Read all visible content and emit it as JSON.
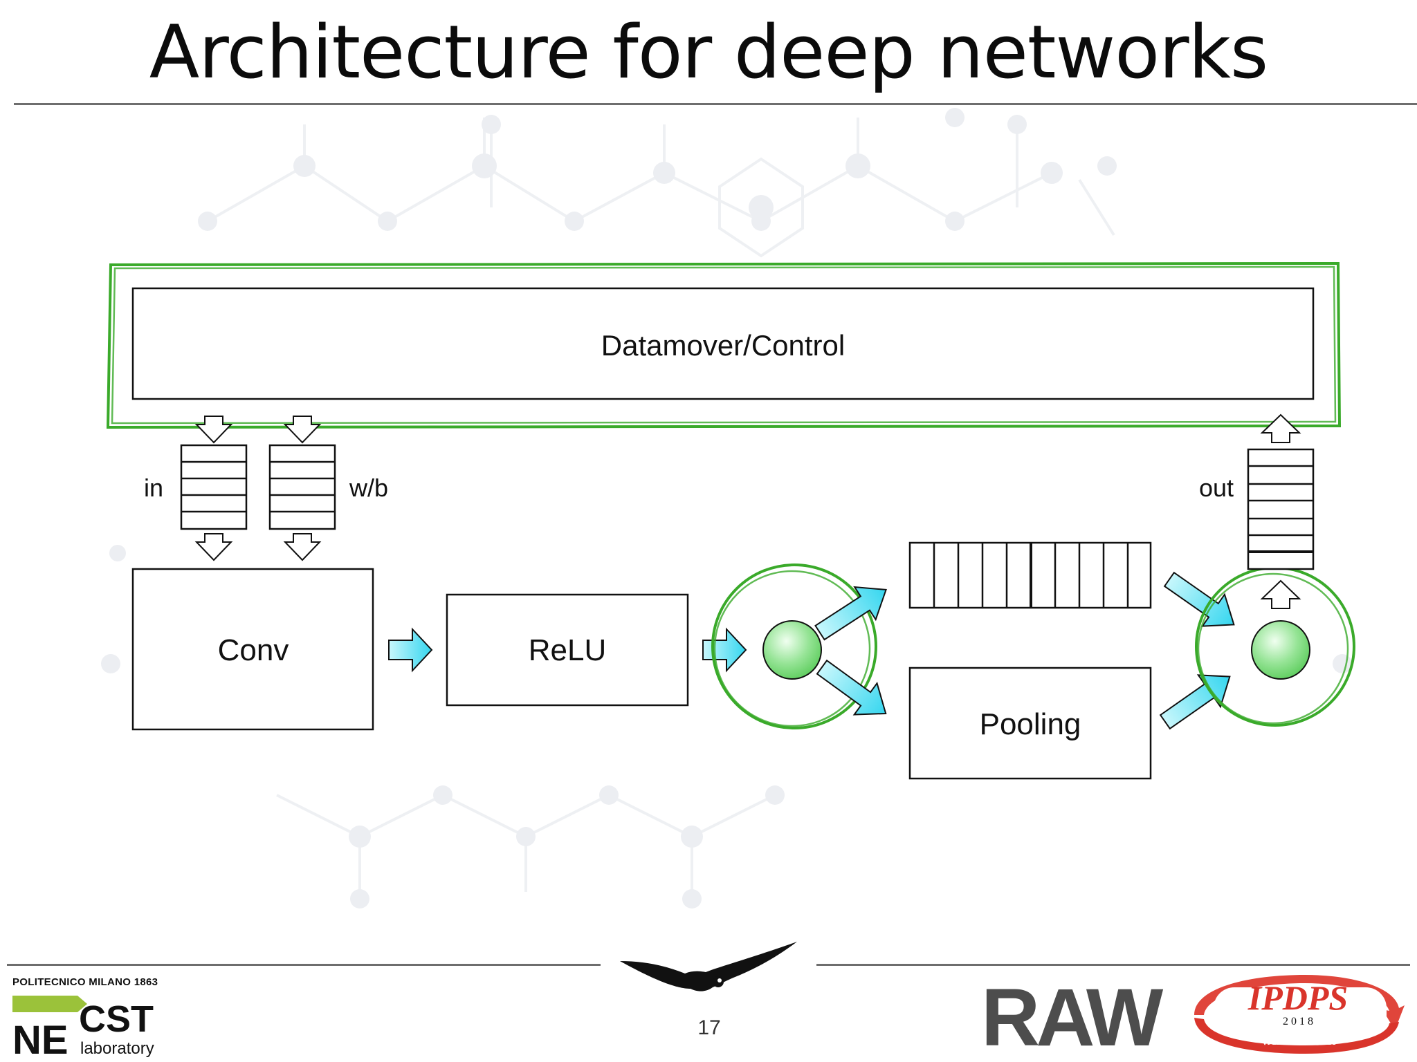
{
  "slide": {
    "title": "Architecture for deep networks",
    "page_number": "17"
  },
  "diagram": {
    "datamover_label": "Datamover/Control",
    "in_label": "in",
    "wb_label": "w/b",
    "out_label": "out",
    "conv_label": "Conv",
    "relu_label": "ReLU",
    "pooling_label": "Pooling"
  },
  "footer": {
    "polimi_text": "POLITECNICO MILANO 1863",
    "necst_ne": "NE",
    "necst_cst": "CST",
    "necst_lab": "laboratory",
    "raw_text": "RAW",
    "ipdps_text": "IPDPS",
    "ipdps_year": "2 0 1 8",
    "ipdps_city": "VANCOUVER"
  },
  "colors": {
    "highlight_green": "#3aaa2a",
    "arrow_cyan": "#5fe3f4",
    "node_green": "#8be38b",
    "raw_gray": "#4d4d4d",
    "ipdps_red": "#d9342b"
  }
}
